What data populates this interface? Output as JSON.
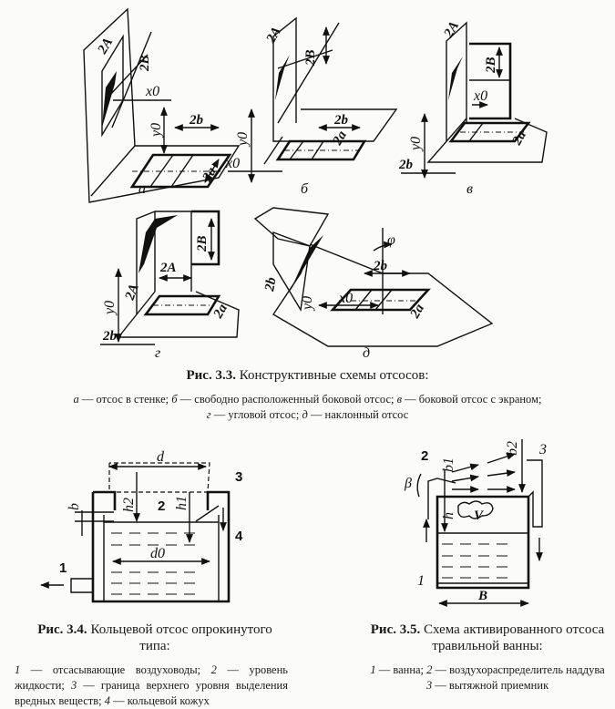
{
  "figure_3_3": {
    "panels": [
      {
        "letter": "а",
        "labels": [
          "2A",
          "2B",
          "x0",
          "y0",
          "2b",
          "2a"
        ]
      },
      {
        "letter": "б",
        "labels": [
          "2A",
          "2B",
          "2b",
          "y0",
          "2a",
          "x0"
        ]
      },
      {
        "letter": "в",
        "labels": [
          "2A",
          "2B",
          "x0",
          "y0",
          "2a",
          "2b"
        ]
      },
      {
        "letter": "г",
        "labels": [
          "2B",
          "2A",
          "2A",
          "y0",
          "2a",
          "2b"
        ]
      },
      {
        "letter": "д",
        "labels": [
          "φ",
          "2b",
          "2b",
          "y0",
          "x0",
          "2a"
        ]
      }
    ],
    "caption_num": "Рис. 3.3.",
    "caption_title": "Конструктивные схемы отсосов:",
    "legend": [
      {
        "key": "а",
        "text": " — отсос в стенке; "
      },
      {
        "key": "б",
        "text": " — свободно расположенный боковой отсос; "
      },
      {
        "key": "в",
        "text": " — боковой отсос с экраном;"
      },
      {
        "key": "г",
        "text": " — угловой отсос; "
      },
      {
        "key": "д",
        "text": " — наклонный отсос"
      }
    ]
  },
  "figure_3_4": {
    "labels": {
      "d": "d",
      "d0": "d0",
      "h1": "h1",
      "h2": "h2",
      "b": "b",
      "n1": "1",
      "n2": "2",
      "n3": "3",
      "n4": "4"
    },
    "caption_num": "Рис. 3.4.",
    "caption_title_1": "Кольцевой отсос опрокинутого",
    "caption_title_2": "типа:",
    "legend": [
      {
        "key": "1",
        "text": " — отсасывающие воздуховоды; "
      },
      {
        "key": "2",
        "text": " — уровень жидкости; "
      },
      {
        "key": "3",
        "text": " — граница верхнего уровня выделения вредных веществ; "
      },
      {
        "key": "4",
        "text": " — кольцевой кожух"
      }
    ]
  },
  "figure_3_5": {
    "labels": {
      "b1": "b1",
      "b2": "b2",
      "beta": "β",
      "h": "h",
      "V": "V",
      "B": "B",
      "n1": "1",
      "n2": "2",
      "n3": "3"
    },
    "caption_num": "Рис. 3.5.",
    "caption_title_1": "Схема активированного отсоса",
    "caption_title_2": "травильной ванны:",
    "legend": [
      {
        "key": "1",
        "text": " — ванна; "
      },
      {
        "key": "2",
        "text": " — воздухораспределитель наддува"
      },
      {
        "key": "3",
        "text": " — вытяжной приемник"
      }
    ]
  }
}
